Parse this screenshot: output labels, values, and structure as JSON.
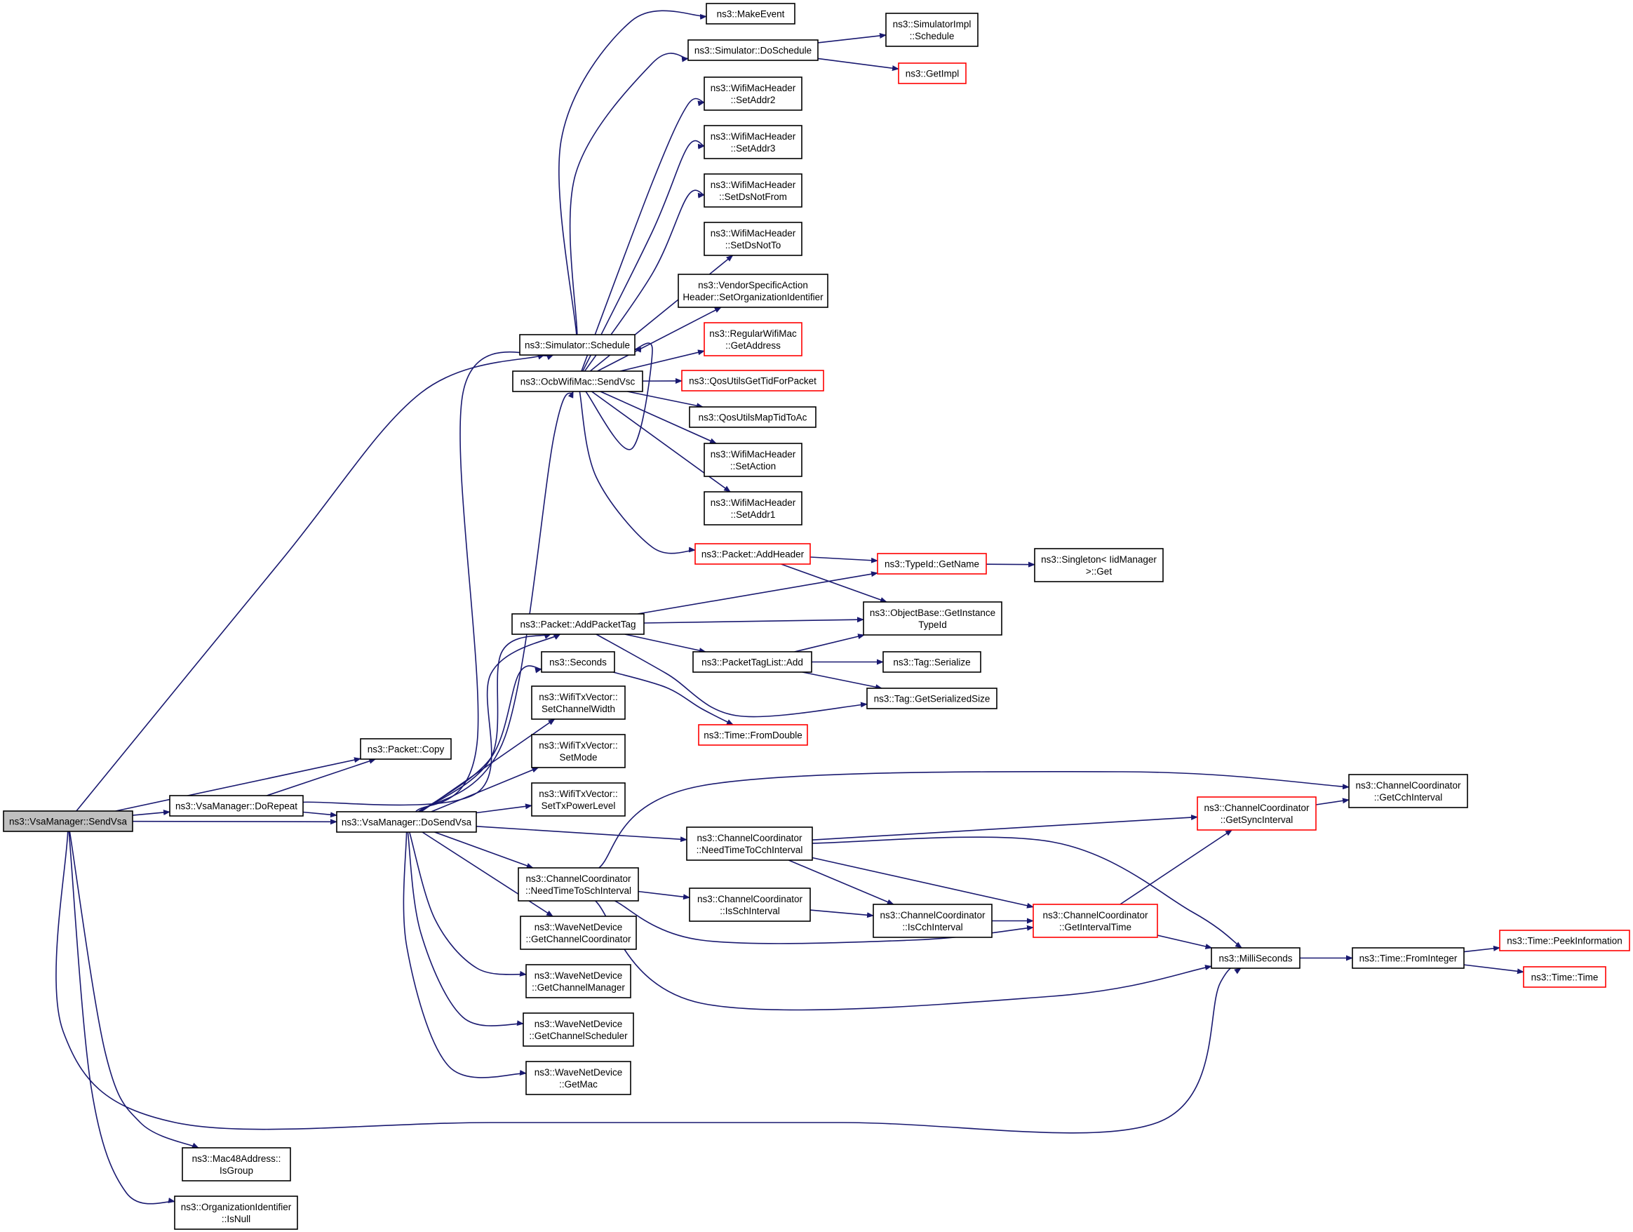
{
  "colors": {
    "edge": "#191970",
    "border_normal": "#000000",
    "border_truncated": "#ff0000",
    "root_fill": "#bfbfbf",
    "node_fill": "#ffffff"
  },
  "nodes": {
    "n0": {
      "lines": [
        "ns3::VsaManager::SendVsa"
      ],
      "style": "root"
    },
    "n1": {
      "lines": [
        "ns3::VsaManager::DoRepeat"
      ],
      "style": "normal"
    },
    "n2": {
      "lines": [
        "ns3::Packet::Copy"
      ],
      "style": "normal"
    },
    "n3": {
      "lines": [
        "ns3::VsaManager::DoSendVsa"
      ],
      "style": "normal"
    },
    "n4": {
      "lines": [
        "ns3::Simulator::Schedule"
      ],
      "style": "normal"
    },
    "n5": {
      "lines": [
        "ns3::OcbWifiMac::SendVsc"
      ],
      "style": "normal"
    },
    "n6": {
      "lines": [
        "ns3::MakeEvent"
      ],
      "style": "normal"
    },
    "n7": {
      "lines": [
        "ns3::Simulator::DoSchedule"
      ],
      "style": "normal"
    },
    "n8": {
      "lines": [
        "ns3::SimulatorImpl",
        "::Schedule"
      ],
      "style": "normal"
    },
    "n9": {
      "lines": [
        "ns3::GetImpl"
      ],
      "style": "truncated"
    },
    "n10": {
      "lines": [
        "ns3::WifiMacHeader",
        "::SetAddr2"
      ],
      "style": "normal"
    },
    "n11": {
      "lines": [
        "ns3::WifiMacHeader",
        "::SetAddr3"
      ],
      "style": "normal"
    },
    "n12": {
      "lines": [
        "ns3::WifiMacHeader",
        "::SetDsNotFrom"
      ],
      "style": "normal"
    },
    "n13": {
      "lines": [
        "ns3::WifiMacHeader",
        "::SetDsNotTo"
      ],
      "style": "normal"
    },
    "n14": {
      "lines": [
        "ns3::VendorSpecificAction",
        "Header::SetOrganizationIdentifier"
      ],
      "style": "normal"
    },
    "n15": {
      "lines": [
        "ns3::RegularWifiMac",
        "::GetAddress"
      ],
      "style": "truncated"
    },
    "n16": {
      "lines": [
        "ns3::QosUtilsGetTidForPacket"
      ],
      "style": "truncated"
    },
    "n17": {
      "lines": [
        "ns3::QosUtilsMapTidToAc"
      ],
      "style": "normal"
    },
    "n18": {
      "lines": [
        "ns3::WifiMacHeader",
        "::SetAction"
      ],
      "style": "normal"
    },
    "n19": {
      "lines": [
        "ns3::WifiMacHeader",
        "::SetAddr1"
      ],
      "style": "normal"
    },
    "n20": {
      "lines": [
        "ns3::Packet::AddHeader"
      ],
      "style": "truncated"
    },
    "n21": {
      "lines": [
        "ns3::TypeId::GetName"
      ],
      "style": "truncated"
    },
    "n22": {
      "lines": [
        "ns3::Singleton< IidManager",
        " >::Get"
      ],
      "style": "normal"
    },
    "n23": {
      "lines": [
        "ns3::ObjectBase::GetInstance",
        "TypeId"
      ],
      "style": "normal"
    },
    "n24": {
      "lines": [
        "ns3::Packet::AddPacketTag"
      ],
      "style": "normal"
    },
    "n25": {
      "lines": [
        "ns3::PacketTagList::Add"
      ],
      "style": "normal"
    },
    "n26": {
      "lines": [
        "ns3::Tag::Serialize"
      ],
      "style": "normal"
    },
    "n27": {
      "lines": [
        "ns3::Tag::GetSerializedSize"
      ],
      "style": "normal"
    },
    "n28": {
      "lines": [
        "ns3::Seconds"
      ],
      "style": "normal"
    },
    "n29": {
      "lines": [
        "ns3::Time::FromDouble"
      ],
      "style": "truncated"
    },
    "n30": {
      "lines": [
        "ns3::WifiTxVector::",
        "SetChannelWidth"
      ],
      "style": "normal"
    },
    "n31": {
      "lines": [
        "ns3::WifiTxVector::",
        "SetMode"
      ],
      "style": "normal"
    },
    "n32": {
      "lines": [
        "ns3::WifiTxVector::",
        "SetTxPowerLevel"
      ],
      "style": "normal"
    },
    "n33": {
      "lines": [
        "ns3::ChannelCoordinator",
        "::NeedTimeToCchInterval"
      ],
      "style": "normal"
    },
    "n34": {
      "lines": [
        "ns3::ChannelCoordinator",
        "::NeedTimeToSchInterval"
      ],
      "style": "normal"
    },
    "n35": {
      "lines": [
        "ns3::ChannelCoordinator",
        "::GetCchInterval"
      ],
      "style": "normal"
    },
    "n36": {
      "lines": [
        "ns3::ChannelCoordinator",
        "::GetSyncInterval"
      ],
      "style": "truncated"
    },
    "n37": {
      "lines": [
        "ns3::ChannelCoordinator",
        "::IsSchInterval"
      ],
      "style": "normal"
    },
    "n38": {
      "lines": [
        "ns3::ChannelCoordinator",
        "::IsCchInterval"
      ],
      "style": "normal"
    },
    "n39": {
      "lines": [
        "ns3::ChannelCoordinator",
        "::GetIntervalTime"
      ],
      "style": "truncated"
    },
    "n40": {
      "lines": [
        "ns3::MilliSeconds"
      ],
      "style": "normal"
    },
    "n41": {
      "lines": [
        "ns3::Time::FromInteger"
      ],
      "style": "normal"
    },
    "n42": {
      "lines": [
        "ns3::Time::PeekInformation"
      ],
      "style": "truncated"
    },
    "n43": {
      "lines": [
        "ns3::Time::Time"
      ],
      "style": "truncated"
    },
    "n44": {
      "lines": [
        "ns3::WaveNetDevice",
        "::GetChannelCoordinator"
      ],
      "style": "normal"
    },
    "n45": {
      "lines": [
        "ns3::WaveNetDevice",
        "::GetChannelManager"
      ],
      "style": "normal"
    },
    "n46": {
      "lines": [
        "ns3::WaveNetDevice",
        "::GetChannelScheduler"
      ],
      "style": "normal"
    },
    "n47": {
      "lines": [
        "ns3::WaveNetDevice",
        "::GetMac"
      ],
      "style": "normal"
    },
    "n48": {
      "lines": [
        "ns3::Mac48Address::",
        "IsGroup"
      ],
      "style": "normal"
    },
    "n49": {
      "lines": [
        "ns3::OrganizationIdentifier",
        "::IsNull"
      ],
      "style": "normal"
    }
  },
  "edges": [
    [
      "n0",
      "n1"
    ],
    [
      "n0",
      "n2"
    ],
    [
      "n0",
      "n3"
    ],
    [
      "n0",
      "n4"
    ],
    [
      "n0",
      "n40"
    ],
    [
      "n0",
      "n48"
    ],
    [
      "n0",
      "n49"
    ],
    [
      "n1",
      "n2"
    ],
    [
      "n1",
      "n3"
    ],
    [
      "n1",
      "n24"
    ],
    [
      "n3",
      "n4"
    ],
    [
      "n3",
      "n5"
    ],
    [
      "n3",
      "n24"
    ],
    [
      "n3",
      "n28"
    ],
    [
      "n3",
      "n30"
    ],
    [
      "n3",
      "n31"
    ],
    [
      "n3",
      "n32"
    ],
    [
      "n3",
      "n33"
    ],
    [
      "n3",
      "n34"
    ],
    [
      "n3",
      "n44"
    ],
    [
      "n3",
      "n45"
    ],
    [
      "n3",
      "n46"
    ],
    [
      "n3",
      "n47"
    ],
    [
      "n4",
      "n6"
    ],
    [
      "n4",
      "n7"
    ],
    [
      "n7",
      "n8"
    ],
    [
      "n7",
      "n9"
    ],
    [
      "n5",
      "n4"
    ],
    [
      "n5",
      "n10"
    ],
    [
      "n5",
      "n11"
    ],
    [
      "n5",
      "n12"
    ],
    [
      "n5",
      "n13"
    ],
    [
      "n5",
      "n14"
    ],
    [
      "n5",
      "n15"
    ],
    [
      "n5",
      "n16"
    ],
    [
      "n5",
      "n17"
    ],
    [
      "n5",
      "n18"
    ],
    [
      "n5",
      "n19"
    ],
    [
      "n5",
      "n20"
    ],
    [
      "n20",
      "n21"
    ],
    [
      "n20",
      "n23"
    ],
    [
      "n21",
      "n22"
    ],
    [
      "n24",
      "n21"
    ],
    [
      "n24",
      "n23"
    ],
    [
      "n24",
      "n25"
    ],
    [
      "n24",
      "n27"
    ],
    [
      "n25",
      "n23"
    ],
    [
      "n25",
      "n26"
    ],
    [
      "n25",
      "n27"
    ],
    [
      "n28",
      "n29"
    ],
    [
      "n33",
      "n36"
    ],
    [
      "n33",
      "n38"
    ],
    [
      "n33",
      "n39"
    ],
    [
      "n33",
      "n40"
    ],
    [
      "n34",
      "n35"
    ],
    [
      "n34",
      "n37"
    ],
    [
      "n34",
      "n39"
    ],
    [
      "n34",
      "n40"
    ],
    [
      "n36",
      "n35"
    ],
    [
      "n37",
      "n38"
    ],
    [
      "n38",
      "n39"
    ],
    [
      "n39",
      "n36"
    ],
    [
      "n39",
      "n40"
    ],
    [
      "n40",
      "n41"
    ],
    [
      "n41",
      "n42"
    ],
    [
      "n41",
      "n43"
    ]
  ]
}
